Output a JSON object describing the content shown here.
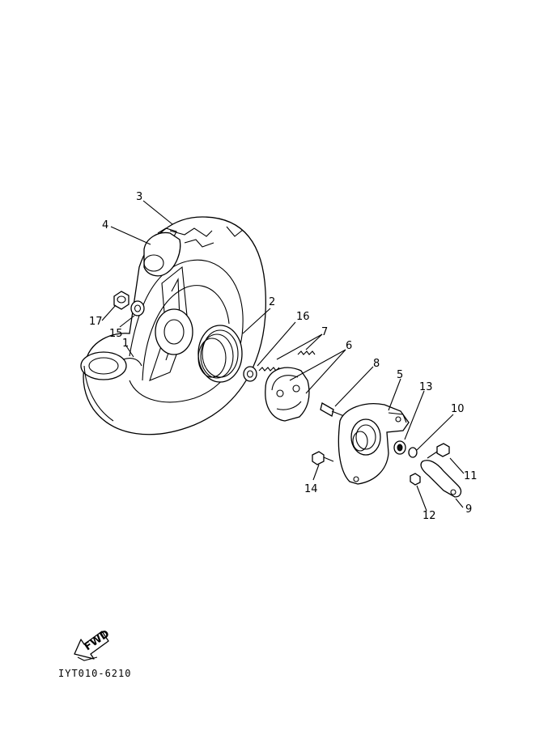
{
  "diagram": {
    "callouts": [
      {
        "id": "1",
        "label": "1"
      },
      {
        "id": "2",
        "label": "2"
      },
      {
        "id": "3",
        "label": "3"
      },
      {
        "id": "4",
        "label": "4"
      },
      {
        "id": "5",
        "label": "5"
      },
      {
        "id": "6",
        "label": "6"
      },
      {
        "id": "7",
        "label": "7"
      },
      {
        "id": "8",
        "label": "8"
      },
      {
        "id": "9",
        "label": "9"
      },
      {
        "id": "10",
        "label": "10"
      },
      {
        "id": "11",
        "label": "11"
      },
      {
        "id": "12",
        "label": "12"
      },
      {
        "id": "13",
        "label": "13"
      },
      {
        "id": "14",
        "label": "14"
      },
      {
        "id": "15",
        "label": "15"
      },
      {
        "id": "16",
        "label": "16"
      },
      {
        "id": "17",
        "label": "17"
      }
    ],
    "fwd_label": "FWD",
    "code": "IYT010-6210"
  }
}
